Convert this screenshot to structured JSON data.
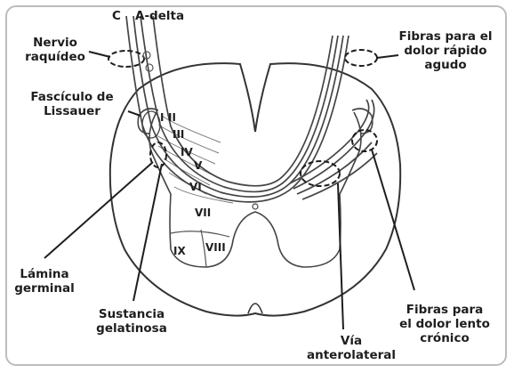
{
  "labels": {
    "c": "C",
    "adelta": "A-delta",
    "nervio": [
      "Nervio",
      "raquídeo"
    ],
    "fasciculo": [
      "Fascículo de",
      "Lissauer"
    ],
    "lamina_germinal": [
      "Lámina",
      "germinal"
    ],
    "sustancia": [
      "Sustancia",
      "gelatinosa"
    ],
    "via": [
      "Vía",
      "anterolateral"
    ],
    "rapido": [
      "Fibras para el",
      "dolor rápido",
      "agudo"
    ],
    "lento": [
      "Fibras para",
      "el dolor lento",
      "crónico"
    ]
  },
  "laminae": [
    "I",
    "II",
    "III",
    "IV",
    "V",
    "VI",
    "VII",
    "VIII",
    "IX"
  ]
}
